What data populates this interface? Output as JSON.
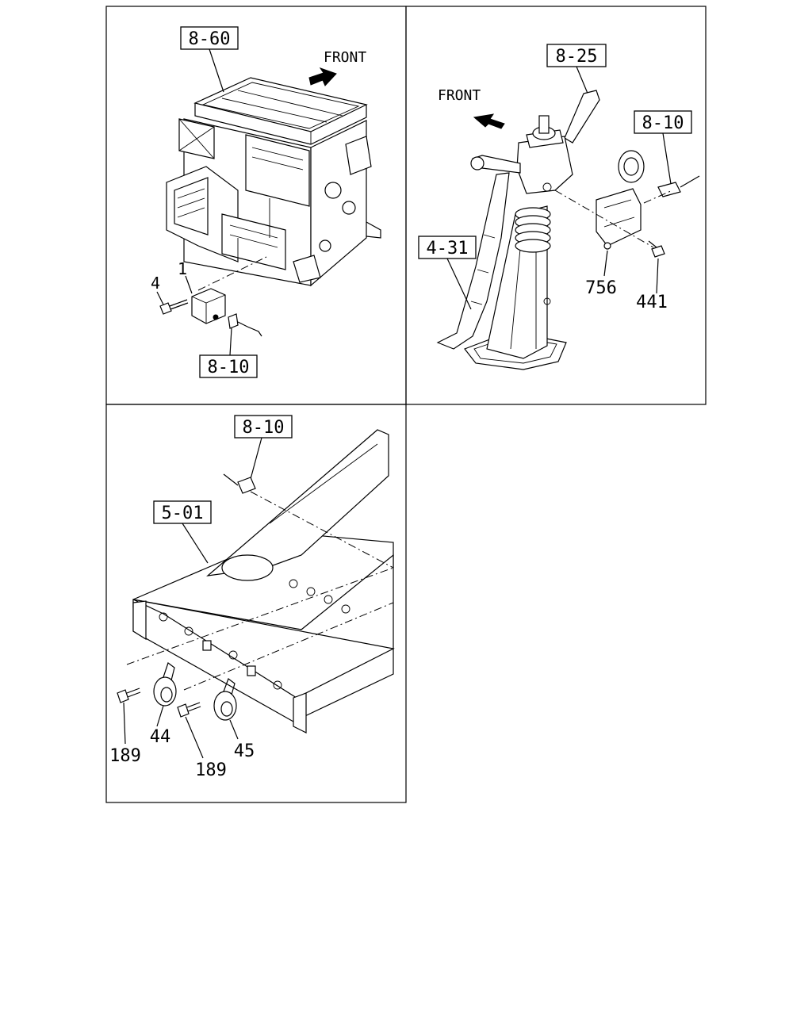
{
  "panels": {
    "top_left": {
      "front_label": "FRONT",
      "ref_top": "8-60",
      "ref_bottom": "8-10",
      "callouts": [
        "1",
        "4"
      ]
    },
    "top_right": {
      "front_label": "FRONT",
      "ref_a": "8-25",
      "ref_b": "8-10",
      "ref_c": "4-31",
      "callouts": [
        "756",
        "441"
      ]
    },
    "bottom_left": {
      "ref_a": "8-10",
      "ref_b": "5-01",
      "callouts": [
        "189",
        "44",
        "189",
        "45"
      ]
    }
  }
}
